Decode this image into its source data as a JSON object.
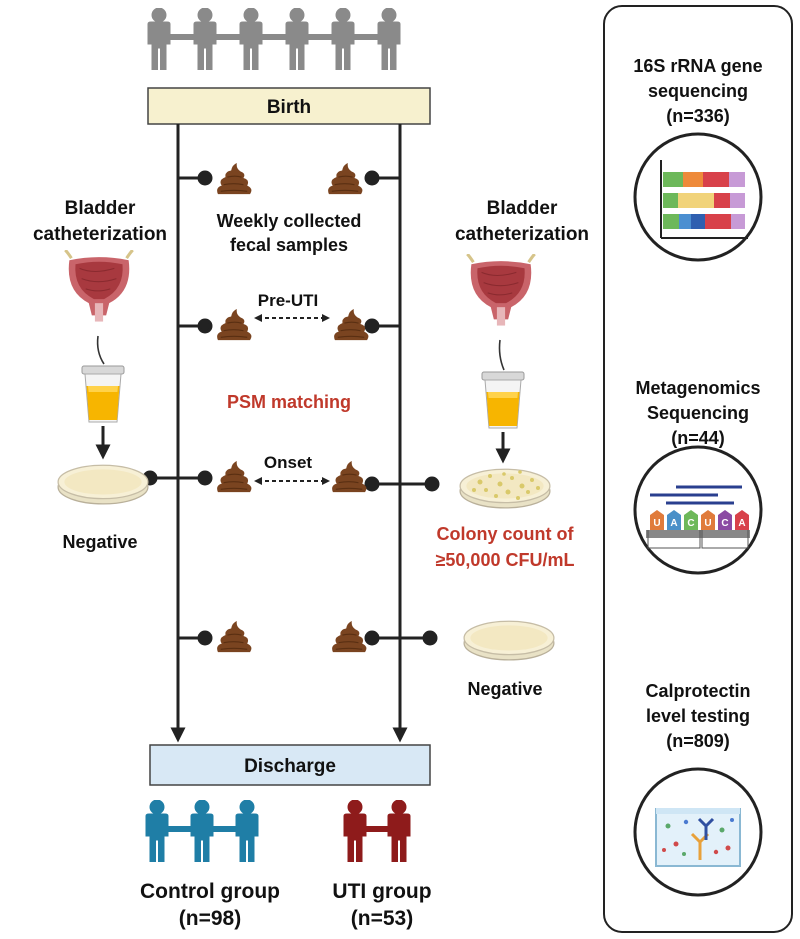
{
  "timeline": {
    "start_label": "Birth",
    "end_label": "Discharge",
    "weekly_label_line1": "Weekly collected",
    "weekly_label_line2": "fecal samples",
    "pre_uti_label": "Pre-UTI",
    "onset_label": "Onset",
    "psm_label": "PSM matching"
  },
  "left_side": {
    "catheter_line1": "Bladder",
    "catheter_line2": "catheterization",
    "culture_result": "Negative"
  },
  "right_side": {
    "catheter_line1": "Bladder",
    "catheter_line2": "catheterization",
    "colony_line1": "Colony count of",
    "colony_line2": "≥50,000 CFU/mL",
    "later_culture_result": "Negative"
  },
  "groups": {
    "control_label": "Control group",
    "control_n": "(n=98)",
    "uti_label": "UTI group",
    "uti_n": "(n=53)"
  },
  "analyses": [
    {
      "line1": "16S rRNA gene",
      "line2": "sequencing",
      "line3": "(n=336)",
      "icon": "stacked-bar-icon"
    },
    {
      "line1": "Metagenomics",
      "line2": "Sequencing",
      "line3": "(n=44)",
      "icon": "sequencing-reads-icon"
    },
    {
      "line1": "Calprotectin",
      "line2": "level testing",
      "line3": "(n=809)",
      "icon": "elisa-well-icon"
    }
  ],
  "sequence_letters": [
    "U",
    "A",
    "C",
    "U",
    "C",
    "A"
  ],
  "colors": {
    "gray_people": "#8a8a8a",
    "control_people": "#1f7ea6",
    "uti_people": "#8e1b1b",
    "accent_red": "#c0392b",
    "birth_box": "#f7f1cf",
    "discharge_box": "#d8e8f5",
    "stool": "#7a4420"
  }
}
